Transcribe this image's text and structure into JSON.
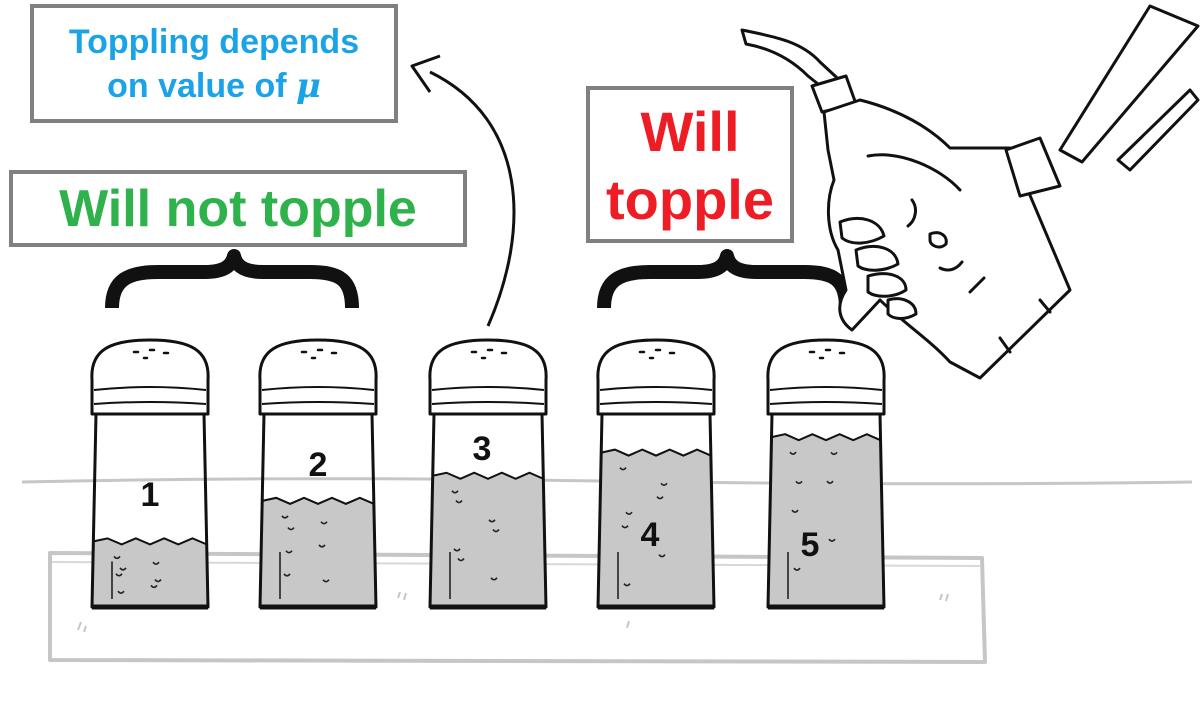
{
  "labels": {
    "depends_line1": "Toppling depends",
    "depends_line2": "on value of",
    "depends_symbol": "μ",
    "will_not_topple": "Will not topple",
    "will_line1": "Will",
    "will_line2": "topple"
  },
  "shakers": [
    {
      "number": "1",
      "fill_fraction": 0.34
    },
    {
      "number": "2",
      "fill_fraction": 0.55
    },
    {
      "number": "3",
      "fill_fraction": 0.68
    },
    {
      "number": "4",
      "fill_fraction": 0.8
    },
    {
      "number": "5",
      "fill_fraction": 0.88
    }
  ],
  "colors": {
    "depends_text": "#1ba3e8",
    "not_topple_text": "#2fb24c",
    "topple_text": "#ee1c24",
    "box_border": "#808080",
    "salt_fill": "#c8c8c8"
  }
}
